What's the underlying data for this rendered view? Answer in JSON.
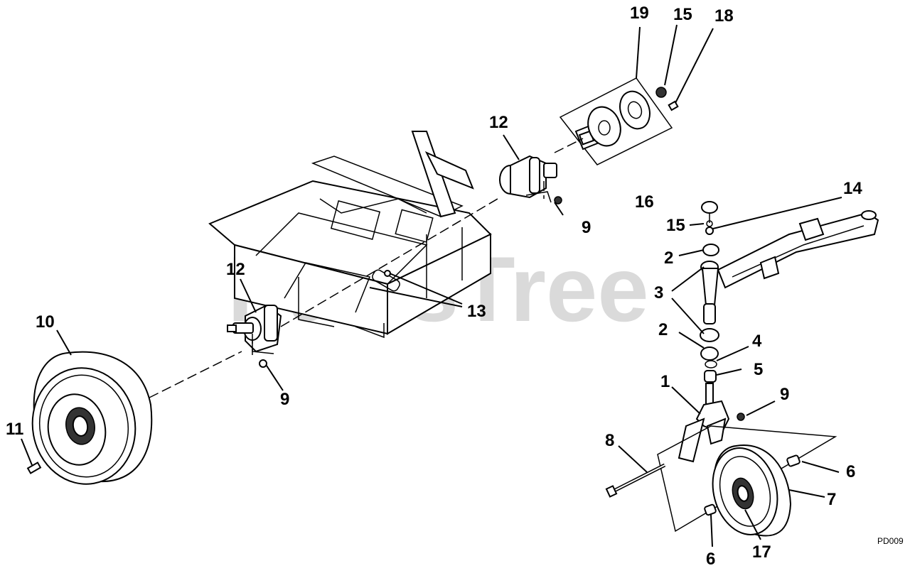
{
  "watermark": "PartsTree",
  "drawing_code": "PD009",
  "callouts": {
    "c1": "1",
    "c2a": "2",
    "c2b": "2",
    "c3": "3",
    "c4": "4",
    "c5": "5",
    "c6a": "6",
    "c6b": "6",
    "c7": "7",
    "c8": "8",
    "c9a": "9",
    "c9b": "9",
    "c9c": "9",
    "c10": "10",
    "c11": "11",
    "c12a": "12",
    "c12b": "12",
    "c13": "13",
    "c14": "14",
    "c15a": "15",
    "c15b": "15",
    "c16": "16",
    "c17": "17",
    "c18": "18",
    "c19": "19"
  },
  "colors": {
    "line": "#000000",
    "watermark": "#bdbdbd",
    "background": "#ffffff"
  }
}
